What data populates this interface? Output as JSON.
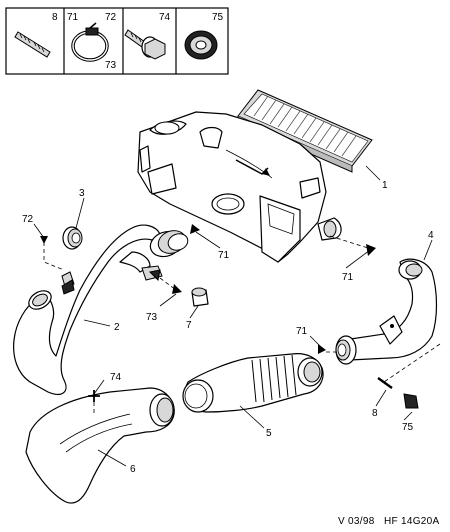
{
  "header_parts": [
    {
      "number": "8",
      "icon": "stud-icon"
    },
    {
      "number": "71",
      "icon": "hose-clamp-icon"
    },
    {
      "number": "72",
      "icon": "hose-clamp-icon"
    },
    {
      "number": "73",
      "icon": "hose-clamp-icon"
    },
    {
      "number": "74",
      "icon": "bolt-washer-icon"
    },
    {
      "number": "75",
      "icon": "rubber-grommet-icon"
    }
  ],
  "callouts": {
    "c1": "1",
    "c2": "2",
    "c3": "3",
    "c4": "4",
    "c5": "5",
    "c6": "6",
    "c7": "7",
    "c8": "8",
    "c71a": "71",
    "c71b": "71",
    "c71c": "71",
    "c72": "72",
    "c73": "73",
    "c74": "74",
    "c75": "75"
  },
  "footer": {
    "version": "V 03/98",
    "ref": "HF 14G20A"
  }
}
